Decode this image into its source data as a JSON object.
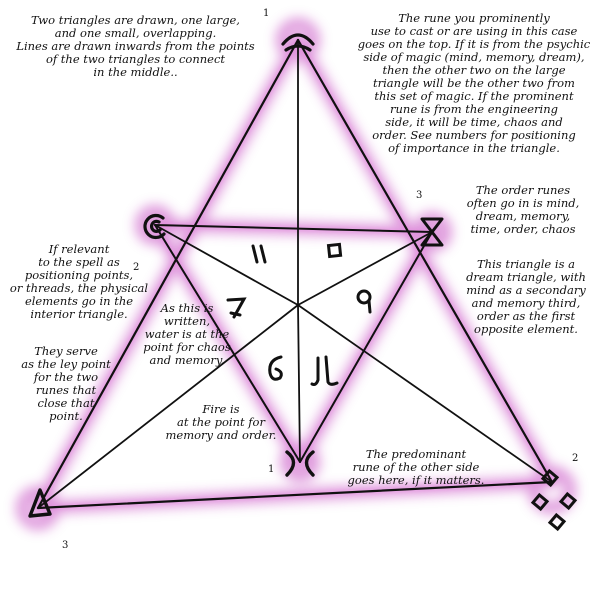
{
  "notes": {
    "two_triangles": "Two triangles are drawn, one large,\nand one small, overlapping.\nLines are drawn inwards from the points\nof the two triangles to connect\nin the middle..",
    "prominent_rune": "The rune you prominently\nuse to cast or are using in this case\ngoes on the top. If it is from the psychic\nside of magic (mind, memory, dream),\nthen the other two on the large\ntriangle will be the other two from\nthis set of magic. If the prominent\nrune is from the engineering\nside, it will be time, chaos and\norder. See numbers for positioning\nof importance in the triangle.",
    "order_runes": "The order runes\noften go in is mind,\ndream, memory,\ntime, order, chaos",
    "dream_triangle": "This triangle is a\ndream triangle, with\nmind as a secondary\nand memory third,\norder as the first\nopposite element.",
    "if_relevant": "If relevant\nto the spell as\npositioning points,\nor threads, the physical\nelements go in the\ninterior triangle.",
    "they_serve": "They serve\nas the ley point\nfor the two\nrunes that\nclose that\npoint.",
    "as_written": "As this is\nwritten,\nwater is at the\npoint for chaos\nand memory.",
    "fire_is": "Fire is\nat the point for\nmemory and order.",
    "predominant": "The predominant\nrune of the other side\ngoes here, if it matters."
  },
  "numbers": {
    "top": "1",
    "upper_right": "3",
    "left_inner": "2",
    "bottom_inner": "1",
    "bottom_left": "3",
    "bottom_right": "2"
  },
  "colors": {
    "line": "#111111",
    "glow": "#c23fbe",
    "glow_core": "#e58fe0",
    "background": "#ffffff"
  },
  "runes": {
    "top": "eye-rune-icon",
    "upper_left": "spiral-rune-icon",
    "upper_right": "hourglass-rune-icon",
    "bottom_inner": "cross-rune-icon",
    "bottom_left": "drop-rune-icon",
    "bottom_right": "diamonds-rune-icon",
    "interior": [
      "eleven-glyph-icon",
      "square-glyph-icon",
      "seven-glyph-icon",
      "q-glyph-icon",
      "six-glyph-icon",
      "ju-glyph-icon"
    ]
  }
}
